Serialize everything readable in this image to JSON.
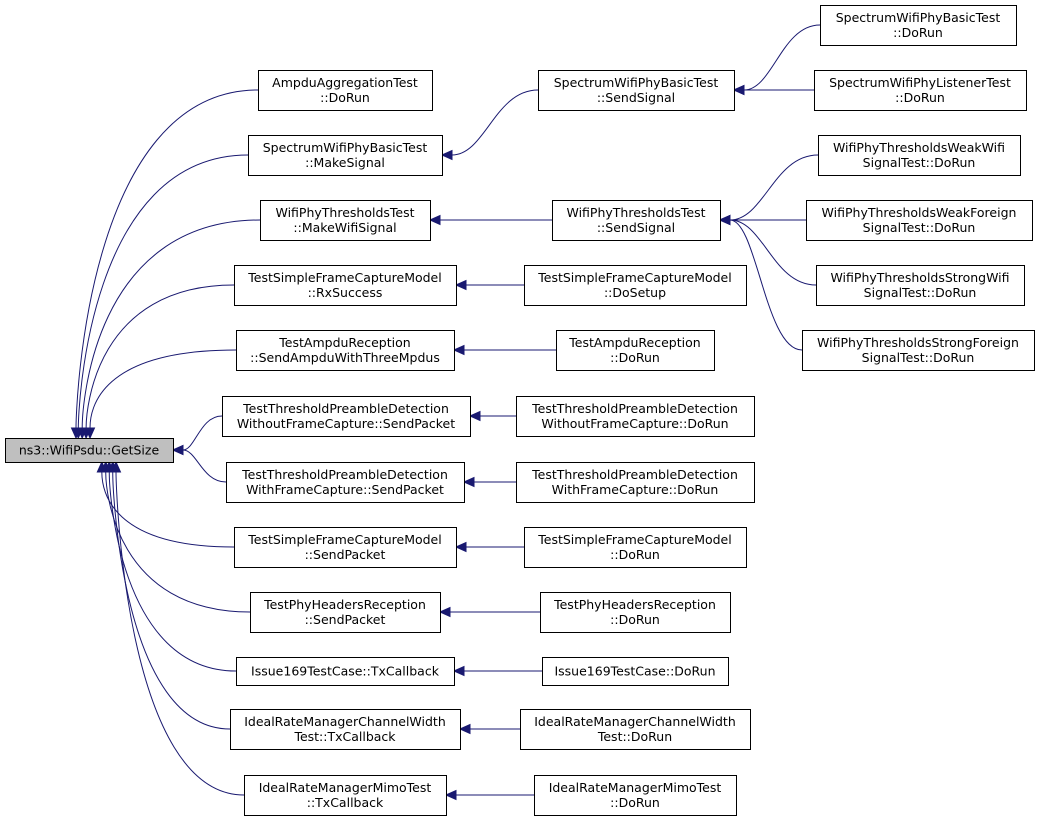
{
  "graph": {
    "title": "",
    "root_node": "ns3::WifiPsdu::GetSize",
    "edge_color": "#191970",
    "root_fill": "#bfbfbf",
    "nodes": [
      {
        "id": "root",
        "lines": [
          "ns3::WifiPsdu::GetSize"
        ],
        "root": true
      },
      {
        "id": "ampdu-agg",
        "lines": [
          "AmpduAggregationTest",
          "::DoRun"
        ]
      },
      {
        "id": "spec-make",
        "lines": [
          "SpectrumWifiPhyBasicTest",
          "::MakeSignal"
        ]
      },
      {
        "id": "thr-make",
        "lines": [
          "WifiPhyThresholdsTest",
          "::MakeWifiSignal"
        ]
      },
      {
        "id": "tsfcm-rx",
        "lines": [
          "TestSimpleFrameCaptureModel",
          "::RxSuccess"
        ]
      },
      {
        "id": "tar-send",
        "lines": [
          "TestAmpduReception",
          "::SendAmpduWithThreeMpdus"
        ]
      },
      {
        "id": "ttpd-wo-send",
        "lines": [
          "TestThresholdPreambleDetection",
          "WithoutFrameCapture::SendPacket"
        ]
      },
      {
        "id": "ttpd-w-send",
        "lines": [
          "TestThresholdPreambleDetection",
          "WithFrameCapture::SendPacket"
        ]
      },
      {
        "id": "tsfcm-send",
        "lines": [
          "TestSimpleFrameCaptureModel",
          "::SendPacket"
        ]
      },
      {
        "id": "tphr-send",
        "lines": [
          "TestPhyHeadersReception",
          "::SendPacket"
        ]
      },
      {
        "id": "i169-tx",
        "lines": [
          "Issue169TestCase::TxCallback"
        ]
      },
      {
        "id": "ircw-tx",
        "lines": [
          "IdealRateManagerChannelWidth",
          "Test::TxCallback"
        ]
      },
      {
        "id": "irmm-tx",
        "lines": [
          "IdealRateManagerMimoTest",
          "::TxCallback"
        ]
      },
      {
        "id": "spec-send",
        "lines": [
          "SpectrumWifiPhyBasicTest",
          "::SendSignal"
        ]
      },
      {
        "id": "thr-send",
        "lines": [
          "WifiPhyThresholdsTest",
          "::SendSignal"
        ]
      },
      {
        "id": "tsfcm-setup",
        "lines": [
          "TestSimpleFrameCaptureModel",
          "::DoSetup"
        ]
      },
      {
        "id": "tar-dorun",
        "lines": [
          "TestAmpduReception",
          "::DoRun"
        ]
      },
      {
        "id": "ttpd-wo-dorun",
        "lines": [
          "TestThresholdPreambleDetection",
          "WithoutFrameCapture::DoRun"
        ]
      },
      {
        "id": "ttpd-w-dorun",
        "lines": [
          "TestThresholdPreambleDetection",
          "WithFrameCapture::DoRun"
        ]
      },
      {
        "id": "tsfcm-dorun",
        "lines": [
          "TestSimpleFrameCaptureModel",
          "::DoRun"
        ]
      },
      {
        "id": "tphr-dorun",
        "lines": [
          "TestPhyHeadersReception",
          "::DoRun"
        ]
      },
      {
        "id": "i169-dorun",
        "lines": [
          "Issue169TestCase::DoRun"
        ]
      },
      {
        "id": "ircw-dorun",
        "lines": [
          "IdealRateManagerChannelWidth",
          "Test::DoRun"
        ]
      },
      {
        "id": "irmm-dorun",
        "lines": [
          "IdealRateManagerMimoTest",
          "::DoRun"
        ]
      },
      {
        "id": "spec-basic-dorun",
        "lines": [
          "SpectrumWifiPhyBasicTest",
          "::DoRun"
        ]
      },
      {
        "id": "spec-listener-dorun",
        "lines": [
          "SpectrumWifiPhyListenerTest",
          "::DoRun"
        ]
      },
      {
        "id": "thr-weakwifi",
        "lines": [
          "WifiPhyThresholdsWeakWifi",
          "SignalTest::DoRun"
        ]
      },
      {
        "id": "thr-weakforeign",
        "lines": [
          "WifiPhyThresholdsWeakForeign",
          "SignalTest::DoRun"
        ]
      },
      {
        "id": "thr-strongwifi",
        "lines": [
          "WifiPhyThresholdsStrongWifi",
          "SignalTest::DoRun"
        ]
      },
      {
        "id": "thr-strongforeign",
        "lines": [
          "WifiPhyThresholdsStrongForeign",
          "SignalTest::DoRun"
        ]
      }
    ],
    "edges": [
      {
        "from": "ampdu-agg",
        "to": "root"
      },
      {
        "from": "spec-make",
        "to": "root"
      },
      {
        "from": "thr-make",
        "to": "root"
      },
      {
        "from": "tsfcm-rx",
        "to": "root"
      },
      {
        "from": "tar-send",
        "to": "root"
      },
      {
        "from": "ttpd-wo-send",
        "to": "root"
      },
      {
        "from": "ttpd-w-send",
        "to": "root"
      },
      {
        "from": "tsfcm-send",
        "to": "root"
      },
      {
        "from": "tphr-send",
        "to": "root"
      },
      {
        "from": "i169-tx",
        "to": "root"
      },
      {
        "from": "ircw-tx",
        "to": "root"
      },
      {
        "from": "irmm-tx",
        "to": "root"
      },
      {
        "from": "spec-send",
        "to": "spec-make"
      },
      {
        "from": "thr-send",
        "to": "thr-make"
      },
      {
        "from": "tsfcm-setup",
        "to": "tsfcm-rx"
      },
      {
        "from": "tar-dorun",
        "to": "tar-send"
      },
      {
        "from": "ttpd-wo-dorun",
        "to": "ttpd-wo-send"
      },
      {
        "from": "ttpd-w-dorun",
        "to": "ttpd-w-send"
      },
      {
        "from": "tsfcm-dorun",
        "to": "tsfcm-send"
      },
      {
        "from": "tphr-dorun",
        "to": "tphr-send"
      },
      {
        "from": "i169-dorun",
        "to": "i169-tx"
      },
      {
        "from": "ircw-dorun",
        "to": "ircw-tx"
      },
      {
        "from": "irmm-dorun",
        "to": "irmm-tx"
      },
      {
        "from": "spec-basic-dorun",
        "to": "spec-send"
      },
      {
        "from": "spec-listener-dorun",
        "to": "spec-send"
      },
      {
        "from": "thr-weakwifi",
        "to": "thr-send"
      },
      {
        "from": "thr-weakforeign",
        "to": "thr-send"
      },
      {
        "from": "thr-strongwifi",
        "to": "thr-send"
      },
      {
        "from": "thr-strongforeign",
        "to": "thr-send"
      }
    ]
  }
}
